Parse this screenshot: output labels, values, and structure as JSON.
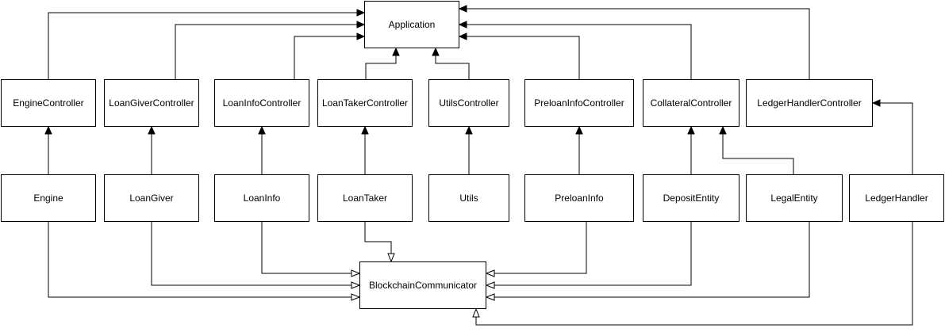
{
  "diagram": {
    "nodes": {
      "application": "Application",
      "engine_controller": "EngineController",
      "loan_giver_controller": "LoanGiverController",
      "loan_info_controller": "LoanInfoController",
      "loan_taker_controller": "LoanTakerController",
      "utils_controller": "UtilsController",
      "preloan_info_controller": "PreloanInfoController",
      "collateral_controller": "CollateralController",
      "ledger_handler_controller": "LedgerHandlerController",
      "engine": "Engine",
      "loan_giver": "LoanGiver",
      "loan_info": "LoanInfo",
      "loan_taker": "LoanTaker",
      "utils": "Utils",
      "preloan_info": "PreloanInfo",
      "deposit_entity": "DepositEntity",
      "legal_entity": "LegalEntity",
      "ledger_handler": "LedgerHandler",
      "blockchain_communicator": "BlockchainCommunicator"
    },
    "edges": [
      {
        "from": "engine_controller",
        "to": "application",
        "arrow": "filled"
      },
      {
        "from": "loan_giver_controller",
        "to": "application",
        "arrow": "filled"
      },
      {
        "from": "loan_info_controller",
        "to": "application",
        "arrow": "filled"
      },
      {
        "from": "loan_taker_controller",
        "to": "application",
        "arrow": "filled"
      },
      {
        "from": "utils_controller",
        "to": "application",
        "arrow": "filled"
      },
      {
        "from": "preloan_info_controller",
        "to": "application",
        "arrow": "filled"
      },
      {
        "from": "collateral_controller",
        "to": "application",
        "arrow": "filled"
      },
      {
        "from": "ledger_handler_controller",
        "to": "application",
        "arrow": "filled"
      },
      {
        "from": "engine",
        "to": "engine_controller",
        "arrow": "filled"
      },
      {
        "from": "loan_giver",
        "to": "loan_giver_controller",
        "arrow": "filled"
      },
      {
        "from": "loan_info",
        "to": "loan_info_controller",
        "arrow": "filled"
      },
      {
        "from": "loan_taker",
        "to": "loan_taker_controller",
        "arrow": "filled"
      },
      {
        "from": "utils",
        "to": "utils_controller",
        "arrow": "filled"
      },
      {
        "from": "preloan_info",
        "to": "preloan_info_controller",
        "arrow": "filled"
      },
      {
        "from": "deposit_entity",
        "to": "collateral_controller",
        "arrow": "filled"
      },
      {
        "from": "legal_entity",
        "to": "collateral_controller",
        "arrow": "filled"
      },
      {
        "from": "ledger_handler",
        "to": "ledger_handler_controller",
        "arrow": "filled"
      },
      {
        "from": "engine",
        "to": "blockchain_communicator",
        "arrow": "hollow"
      },
      {
        "from": "loan_giver",
        "to": "blockchain_communicator",
        "arrow": "hollow"
      },
      {
        "from": "loan_info",
        "to": "blockchain_communicator",
        "arrow": "hollow"
      },
      {
        "from": "loan_taker",
        "to": "blockchain_communicator",
        "arrow": "hollow"
      },
      {
        "from": "preloan_info",
        "to": "blockchain_communicator",
        "arrow": "hollow"
      },
      {
        "from": "deposit_entity",
        "to": "blockchain_communicator",
        "arrow": "hollow"
      },
      {
        "from": "legal_entity",
        "to": "blockchain_communicator",
        "arrow": "hollow"
      },
      {
        "from": "ledger_handler",
        "to": "blockchain_communicator",
        "arrow": "hollow"
      }
    ]
  }
}
